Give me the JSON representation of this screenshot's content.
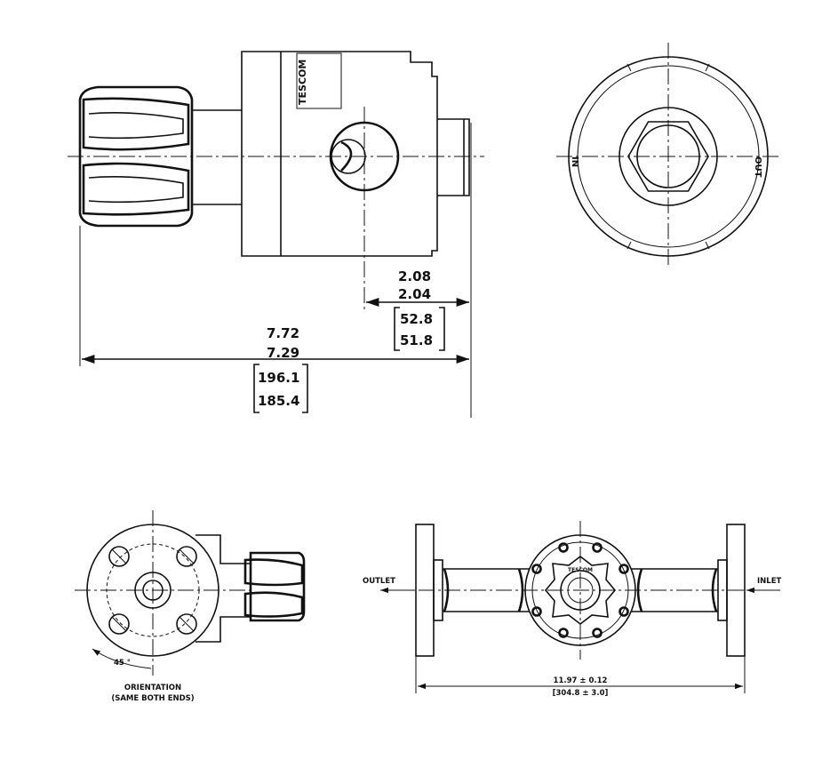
{
  "side_view": {
    "brand": "TESCOM",
    "dim_short": {
      "max": "2.08",
      "min": "2.04",
      "mm_max": "52.8",
      "mm_min": "51.8"
    },
    "dim_long": {
      "max": "7.72",
      "min": "7.29",
      "mm_max": "196.1",
      "mm_min": "185.4"
    }
  },
  "end_view": {
    "in_label": "IN",
    "out_label": "OUT"
  },
  "flange_view": {
    "angle_label": "45 °",
    "orientation_line1": "ORIENTATION",
    "orientation_line2": "(SAME BOTH ENDS)"
  },
  "plan_view": {
    "outlet_label": "OUTLET",
    "inlet_label": "INLET",
    "length_in": "11.97 ± 0.12",
    "length_mm": "[304.8 ± 3.0]",
    "brand": "TESCOM"
  }
}
